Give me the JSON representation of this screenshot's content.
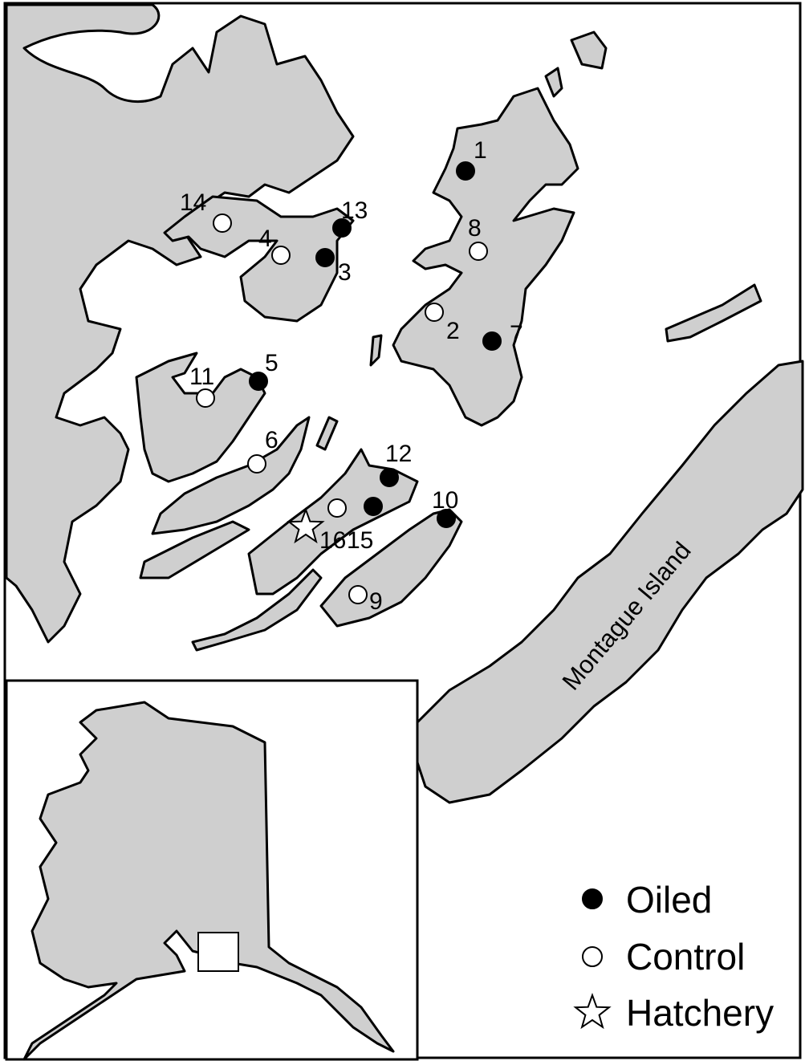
{
  "sites": [
    {
      "id": "1",
      "type": "oiled"
    },
    {
      "id": "2",
      "type": "control"
    },
    {
      "id": "3",
      "type": "oiled"
    },
    {
      "id": "4",
      "type": "control"
    },
    {
      "id": "5",
      "type": "oiled"
    },
    {
      "id": "6",
      "type": "control"
    },
    {
      "id": "7",
      "type": "oiled"
    },
    {
      "id": "8",
      "type": "control"
    },
    {
      "id": "9",
      "type": "control"
    },
    {
      "id": "10",
      "type": "oiled"
    },
    {
      "id": "11",
      "type": "control"
    },
    {
      "id": "12",
      "type": "oiled"
    },
    {
      "id": "13",
      "type": "oiled"
    },
    {
      "id": "14",
      "type": "control"
    },
    {
      "id": "15",
      "type": "oiled"
    },
    {
      "id": "16",
      "type": "control"
    }
  ],
  "island_label": "Montague Island",
  "legend": {
    "oiled": "Oiled",
    "control": "Control",
    "hatchery": "Hatchery"
  },
  "colors": {
    "land": "#cfcfcf",
    "water": "#ffffff",
    "oiled_marker": "#000000",
    "control_marker": "#ffffff"
  },
  "icons": {
    "oiled": "filled-circle",
    "control": "open-circle",
    "hatchery": "open-star"
  }
}
